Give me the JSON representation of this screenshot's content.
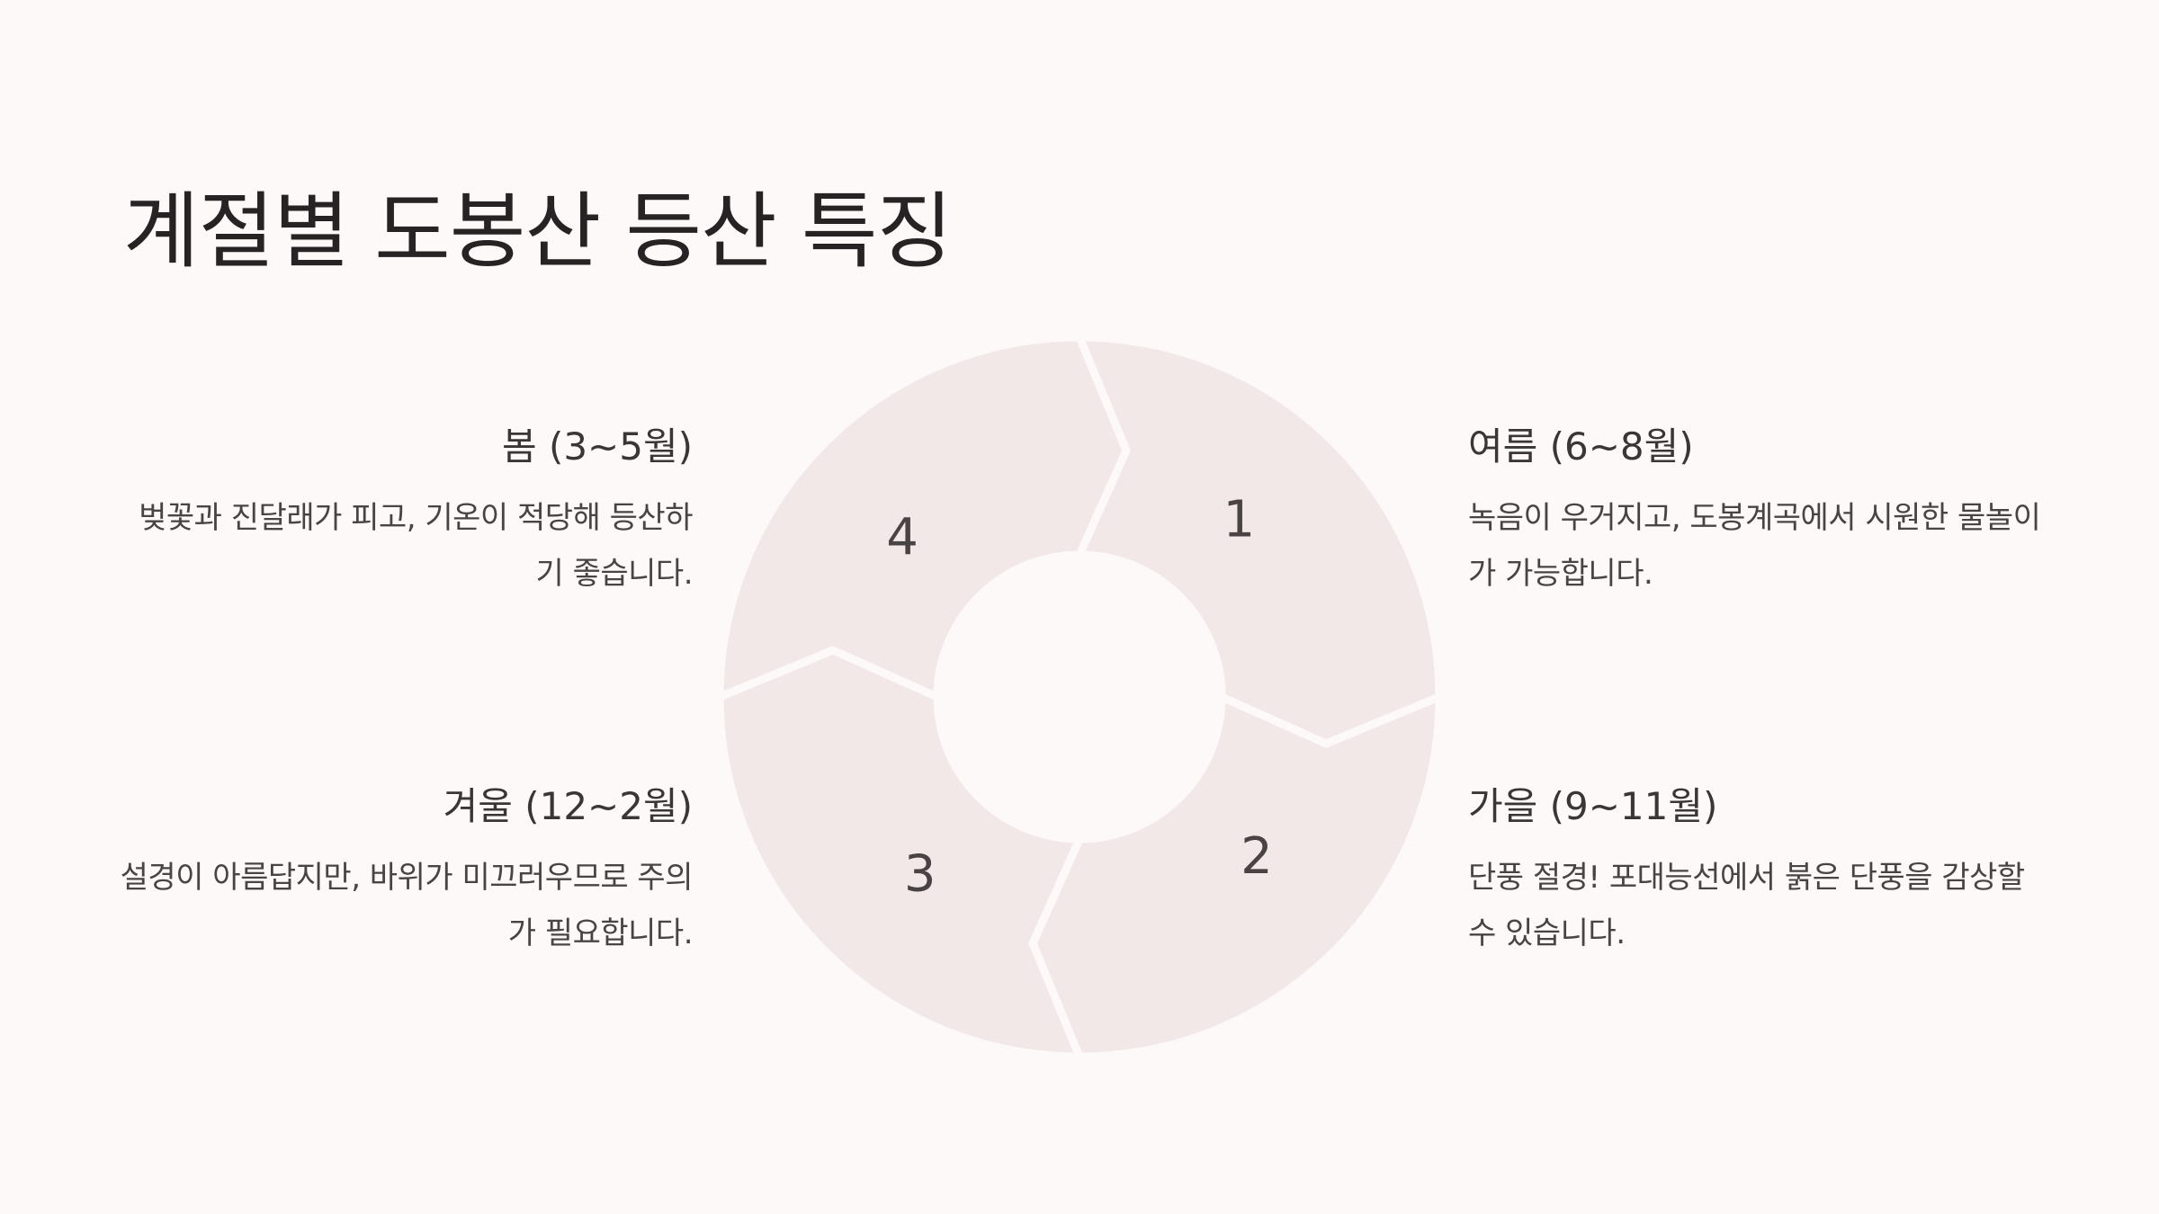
{
  "title": "계절별 도봉산 등산 특징",
  "segments": [
    {
      "number": "1",
      "label": "봄 (3~5월)",
      "description": "벚꽃과 진달래가 피고, 기온이 적당해 등산하기 좋습니다."
    },
    {
      "number": "2",
      "label": "여름 (6~8월)",
      "description": "녹음이 우거지고, 도봉계곡에서 시원한 물놀이가 가능합니다."
    },
    {
      "number": "3",
      "label": "가을 (9~11월)",
      "description": "단풍 절경! 포대능선에서 붉은 단풍을 감상할 수 있습니다."
    },
    {
      "number": "4",
      "label": "겨울 (12~2월)",
      "description": "설경이 아름답지만, 바위가 미끄러우므로 주의가 필요합니다."
    }
  ],
  "colors": {
    "background": "#fdf9f8",
    "segment_fill": "#f2e8e7",
    "segment_gap": "#fdf9f8",
    "title_text": "#272223",
    "body_text": "#4a4344"
  }
}
